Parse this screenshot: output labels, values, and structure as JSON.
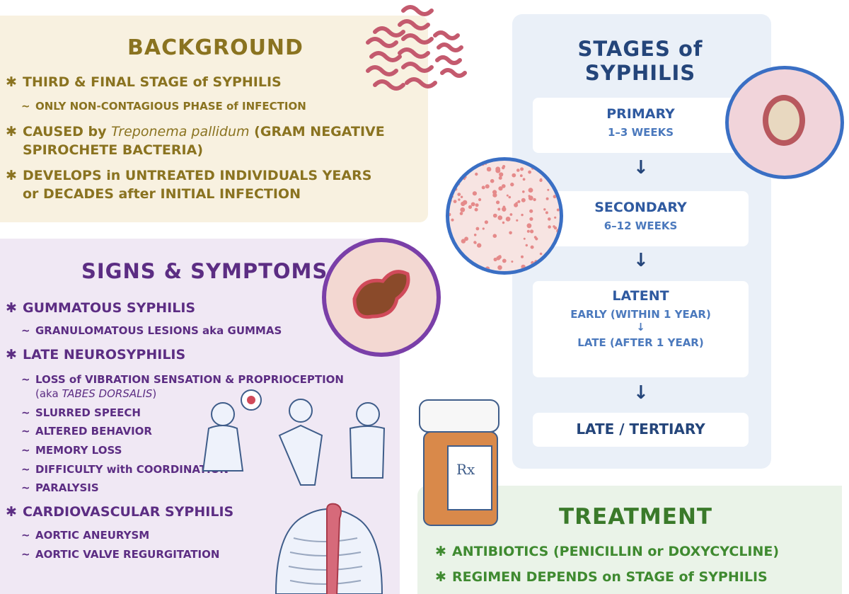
{
  "background": {
    "heading": "BACKGROUND",
    "items": [
      {
        "text": "THIRD & FINAL STAGE of SYPHILIS"
      },
      {
        "text": "ONLY NON-CONTAGIOUS PHASE of INFECTION"
      },
      {
        "text_a": "CAUSED by ",
        "text_em": "Treponema pallidum",
        "text_b": " (GRAM NEGATIVE",
        "text_c": "SPIROCHETE BACTERIA)"
      },
      {
        "text_a": "DEVELOPS in UNTREATED INDIVIDUALS YEARS",
        "text_b": "or DECADES after INITIAL INFECTION"
      }
    ]
  },
  "signs": {
    "heading": "SIGNS & SYMPTOMS",
    "groups": [
      {
        "title": "GUMMATOUS SYPHILIS",
        "subs": [
          "GRANULOMATOUS LESIONS aka GUMMAS"
        ]
      },
      {
        "title": "LATE NEUROSYPHILIS",
        "subs": [
          "LOSS of VIBRATION SENSATION & PROPRIOCEPTION",
          "SLURRED SPEECH",
          "ALTERED BEHAVIOR",
          "MEMORY LOSS",
          "DIFFICULTY with COORDINATION",
          "PARALYSIS"
        ],
        "note_a": "(aka ",
        "note_em": "TABES DORSALIS",
        "note_b": ")"
      },
      {
        "title": "CARDIOVASCULAR SYPHILIS",
        "subs": [
          "AORTIC ANEURYSM",
          "AORTIC VALVE REGURGITATION"
        ]
      }
    ]
  },
  "stages": {
    "heading_a": "STAGES of",
    "heading_b": "SYPHILIS",
    "primary": {
      "name": "PRIMARY",
      "sub": "1–3 WEEKS"
    },
    "secondary": {
      "name": "SECONDARY",
      "sub": "6–12 WEEKS"
    },
    "latent": {
      "name": "LATENT",
      "early": "EARLY (WITHIN 1 YEAR)",
      "late": "LATE (AFTER 1 YEAR)"
    },
    "tertiary": {
      "name": "LATE / TERTIARY"
    }
  },
  "treatment": {
    "heading": "TREATMENT",
    "items": [
      "ANTIBIOTICS (PENICILLIN  or DOXYCYCLINE)",
      "REGIMEN DEPENDS on STAGE of SYPHILIS"
    ]
  },
  "pill_label": "Rx",
  "colors": {
    "background": "#f8f1e0",
    "signs": "#f0e8f4",
    "stages": "#eaf0f8",
    "treatment": "#eaf3e8",
    "circle_border": "#3a6fc4",
    "purple_border": "#7a3fa8"
  }
}
